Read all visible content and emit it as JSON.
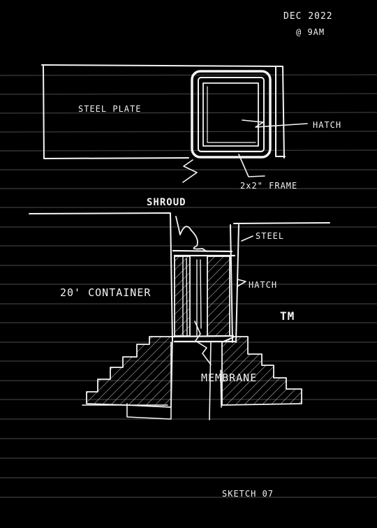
{
  "header": {
    "date": "DEC 2022",
    "time": "@ 9AM"
  },
  "plan_view": {
    "plate_label": "STEEL PLATE",
    "hatch_label": "HATCH",
    "frame_label": "2x2\" FRAME",
    "shroud_label": "SHROUD"
  },
  "section_view": {
    "steel_label": "STEEL",
    "container_label": "20' CONTAINER",
    "hatch_label": "HATCH",
    "tm_label": "TM",
    "membrane_label": "MEMBRANE"
  },
  "footer": {
    "sketch_label": "SKETCH 07"
  },
  "colors": {
    "paper": "#000000",
    "ink": "#f4f4f4",
    "rule": "#3d3d3d"
  }
}
